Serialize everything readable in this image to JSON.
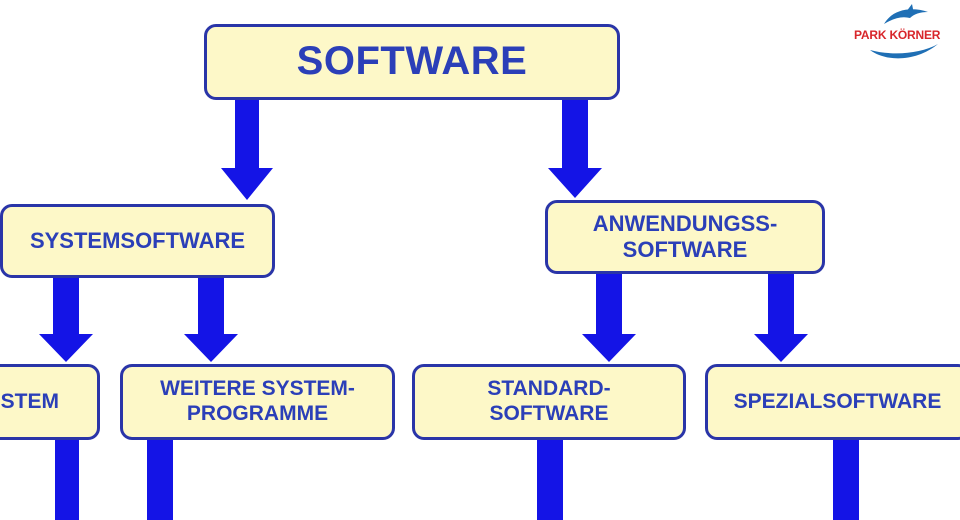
{
  "diagram": {
    "root": "SOFTWARE",
    "systemsoftware": "SYSTEMSOFTWARE",
    "anwendungssoftware": "ANWENDUNGSS-\nSOFTWARE",
    "betriebssystem": "STEM",
    "weitere": "WEITERE SYSTEM-\nPROGRAMME",
    "standard": "STANDARD-\nSOFTWARE",
    "spezial": "SPEZIALSOFTWARE"
  },
  "logo": {
    "text": "PARK KÖRNER"
  },
  "colors": {
    "arrow": "#1414e6",
    "box_fill": "#fdf8c8",
    "box_border": "#2a35a8",
    "text": "#2b3fb8",
    "logo_red": "#d8262b",
    "logo_blue": "#1f6fb5"
  }
}
